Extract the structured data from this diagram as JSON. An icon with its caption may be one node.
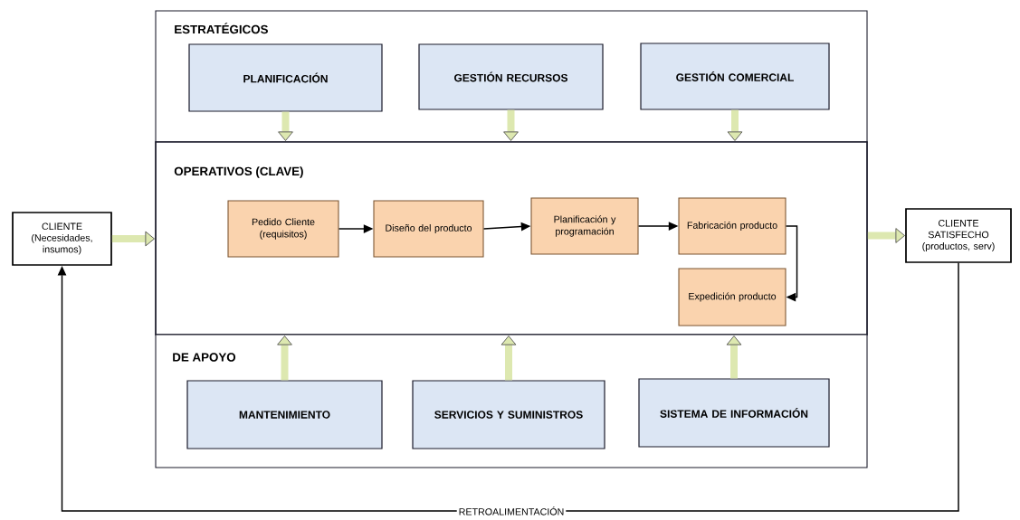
{
  "diagram": {
    "nodes": [
      {
        "text": [
          "ESTRATÉGICOS"
        ]
      },
      {
        "text": [
          "PLANIFICACIÓN"
        ],
        "in": 0
      },
      {
        "text": [
          "GESTIÓN RECURSOS"
        ],
        "in": 0
      },
      {
        "text": [
          "GESTIÓN COMERCIAL"
        ],
        "in": 0
      },
      {
        "text": [
          "OPERATIVOS (CLAVE)"
        ]
      },
      {
        "text": [
          "Pedido Cliente (requisitos)"
        ],
        "in": 4
      },
      {
        "text": [
          "Diseño del producto"
        ],
        "in": 4
      },
      {
        "text": [
          "Planificación y programación"
        ],
        "in": 4
      },
      {
        "text": [
          "Fabricación producto"
        ],
        "in": 4
      },
      {
        "text": [
          "Expedición producto"
        ],
        "in": 4
      },
      {
        "text": [
          "DE APOYO"
        ]
      },
      {
        "text": [
          "MANTENIMIENTO"
        ],
        "in": 10
      },
      {
        "text": [
          "SERVICIOS Y SUMINISTROS"
        ],
        "in": 10
      },
      {
        "text": [
          "SISTEMA DE INFORMACIÓN"
        ],
        "in": 10
      },
      {
        "text": [
          "CLIENTE (Necesidades, insumos)"
        ]
      },
      {
        "text": [
          "CLIENTE SATISFECHO (productos, serv)"
        ]
      }
    ],
    "edges": [
      {
        "from": 1,
        "to": 4,
        "arrow": "to"
      },
      {
        "from": 2,
        "to": 4,
        "arrow": "to"
      },
      {
        "from": 3,
        "to": 4,
        "arrow": "to"
      },
      {
        "from": 11,
        "to": 4,
        "arrow": "to"
      },
      {
        "from": 12,
        "to": 4,
        "arrow": "to"
      },
      {
        "from": 13,
        "to": 4,
        "arrow": "to"
      },
      {
        "from": 14,
        "to": 4,
        "arrow": "to"
      },
      {
        "from": 4,
        "to": 15,
        "arrow": "to"
      },
      {
        "from": 5,
        "to": 6,
        "arrow": "to",
        "color": "#000000"
      },
      {
        "from": 6,
        "to": 7,
        "arrow": "to",
        "color": "#000000"
      },
      {
        "from": 7,
        "to": 8,
        "arrow": "to",
        "color": "#000000"
      },
      {
        "from": 8,
        "to": 9,
        "arrow": "to",
        "color": "#000000"
      },
      {
        "from": 15,
        "to": 14,
        "arrow": "to",
        "label": "RETROALIMENTACIÓN",
        "color": "#000000"
      }
    ]
  }
}
